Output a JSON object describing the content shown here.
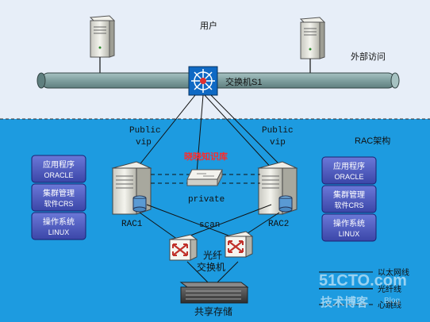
{
  "zones": {
    "top_label": "用户",
    "external_label": "外部访问",
    "rac_label": "RAC架构"
  },
  "switch_s1": {
    "label": "交换机S1"
  },
  "public_left": {
    "line1": "Public",
    "line2": "vip"
  },
  "public_right": {
    "line1": "Public",
    "line2": "vip"
  },
  "private_label": "private",
  "scan_label": "scan",
  "fiber_switch": {
    "line1": "光纤",
    "line2": "交换机"
  },
  "storage_label": "共享存储",
  "nodes": {
    "left": "RAC1",
    "right": "RAC2"
  },
  "left_stack": [
    {
      "line1": "应用程序",
      "line2": "ORACLE"
    },
    {
      "line1": "集群管理",
      "line2": "软件CRS"
    },
    {
      "line1": "操作系统",
      "line2": "LINUX"
    }
  ],
  "right_stack": [
    {
      "line1": "应用程序",
      "line2": "ORACLE"
    },
    {
      "line1": "集群管理",
      "line2": "软件CRS"
    },
    {
      "line1": "操作系统",
      "line2": "LINUX"
    }
  ],
  "legend": [
    {
      "label": "以太网线"
    },
    {
      "label": "光纤线"
    },
    {
      "label": "心跳线"
    }
  ],
  "watermark": {
    "top_text": "晓晓知识库",
    "site": "51CTO.com",
    "sub": "技术博客",
    "blog": "Blog"
  },
  "colors": {
    "top_bg": "#e7eef8",
    "bottom_bg": "#1d9be0",
    "bus_fill": "#7f9f9f",
    "stack_fill": "#4a57c0",
    "switch_fill": "#0f69c4"
  }
}
